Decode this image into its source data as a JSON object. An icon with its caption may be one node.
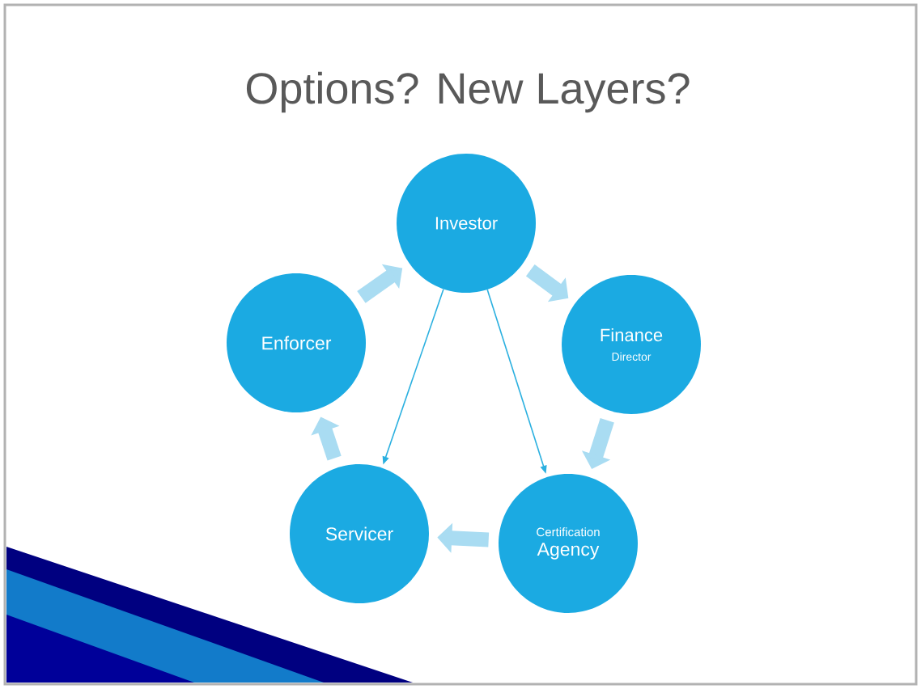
{
  "diagram": {
    "title": "Options? New Layers?",
    "nodes": [
      {
        "text": [
          "Investor"
        ]
      },
      {
        "text": [
          "Finance",
          "Director"
        ]
      },
      {
        "text": [
          "Certification",
          "Agency"
        ]
      },
      {
        "text": [
          "Servicer"
        ]
      },
      {
        "text": [
          "Enforcer"
        ]
      }
    ],
    "edges": [
      {
        "from": 0,
        "to": 1,
        "arrow": "to"
      },
      {
        "from": 1,
        "to": 2,
        "arrow": "to"
      },
      {
        "from": 2,
        "to": 3,
        "arrow": "to"
      },
      {
        "from": 3,
        "to": 4,
        "arrow": "to"
      },
      {
        "from": 4,
        "to": 0,
        "arrow": "to"
      },
      {
        "from": 0,
        "to": 3,
        "arrow": "to",
        "color": "#2bb0e0"
      },
      {
        "from": 0,
        "to": 2,
        "arrow": "to",
        "color": "#2bb0e0"
      }
    ]
  }
}
